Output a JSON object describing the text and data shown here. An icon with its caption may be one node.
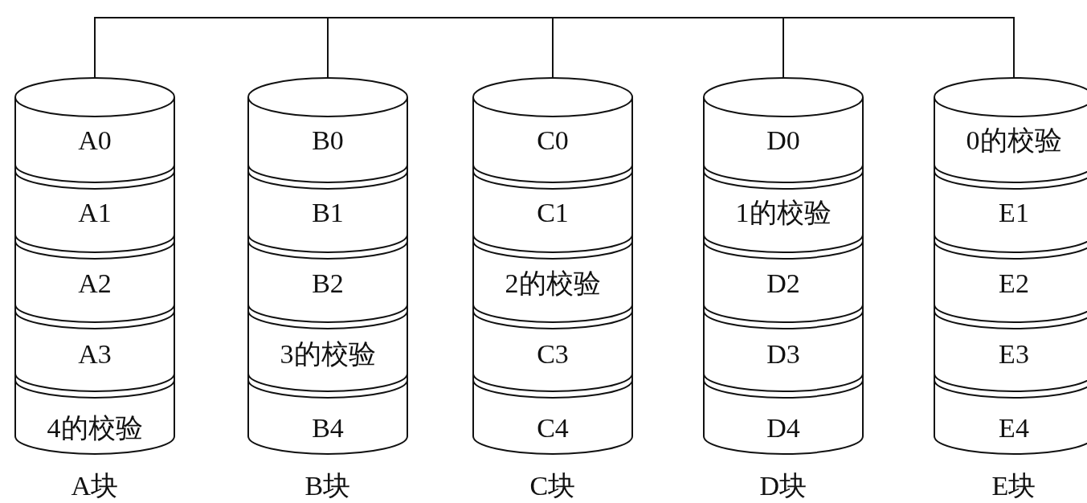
{
  "diagram": {
    "nodes": [
      {
        "text": [],
        "shape": "cylinder",
        "beside": [
          "A块"
        ]
      },
      {
        "text": [
          "A0"
        ],
        "in": 0
      },
      {
        "text": [
          "A1"
        ],
        "in": 0
      },
      {
        "text": [
          "A2"
        ],
        "in": 0
      },
      {
        "text": [
          "A3"
        ],
        "in": 0
      },
      {
        "text": [
          "4的校验"
        ],
        "in": 0
      },
      {
        "text": [],
        "shape": "cylinder",
        "beside": [
          "B块"
        ]
      },
      {
        "text": [
          "B0"
        ],
        "in": 6
      },
      {
        "text": [
          "B1"
        ],
        "in": 6
      },
      {
        "text": [
          "B2"
        ],
        "in": 6
      },
      {
        "text": [
          "3的校验"
        ],
        "in": 6
      },
      {
        "text": [
          "B4"
        ],
        "in": 6
      },
      {
        "text": [],
        "shape": "cylinder",
        "beside": [
          "C块"
        ]
      },
      {
        "text": [
          "C0"
        ],
        "in": 12
      },
      {
        "text": [
          "C1"
        ],
        "in": 12
      },
      {
        "text": [
          "2的校验"
        ],
        "in": 12
      },
      {
        "text": [
          "C3"
        ],
        "in": 12
      },
      {
        "text": [
          "C4"
        ],
        "in": 12
      },
      {
        "text": [],
        "shape": "cylinder",
        "beside": [
          "D块"
        ]
      },
      {
        "text": [
          "D0"
        ],
        "in": 18
      },
      {
        "text": [
          "1的校验"
        ],
        "in": 18
      },
      {
        "text": [
          "D2"
        ],
        "in": 18
      },
      {
        "text": [
          "D3"
        ],
        "in": 18
      },
      {
        "text": [
          "D4"
        ],
        "in": 18
      },
      {
        "text": [],
        "shape": "cylinder",
        "beside": [
          "E块"
        ]
      },
      {
        "text": [
          "0的校验"
        ],
        "in": 24
      },
      {
        "text": [
          "E1"
        ],
        "in": 24
      },
      {
        "text": [
          "E2"
        ],
        "in": 24
      },
      {
        "text": [
          "E3"
        ],
        "in": 24
      },
      {
        "text": [
          "E4"
        ],
        "in": 24
      }
    ],
    "edges": [
      {
        "from": 0,
        "to": 6,
        "arrow": "none"
      },
      {
        "from": 6,
        "to": 12,
        "arrow": "none"
      },
      {
        "from": 12,
        "to": 18,
        "arrow": "none"
      },
      {
        "from": 18,
        "to": 24,
        "arrow": "none"
      }
    ]
  }
}
